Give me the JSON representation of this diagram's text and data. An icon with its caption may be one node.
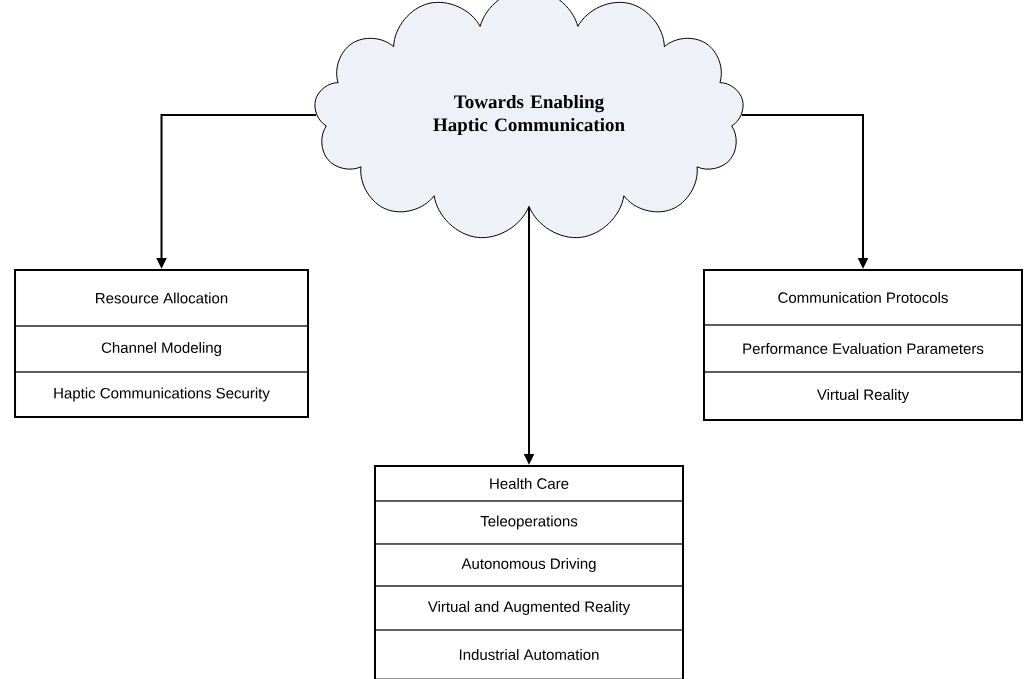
{
  "diagram": {
    "nodes": [
      {
        "text": [
          "Towards Enabling Haptic Communication"
        ]
      },
      {
        "text": [],
        "shape": "box"
      },
      {
        "text": [
          "Resource Allocation"
        ],
        "in": 1
      },
      {
        "text": [
          "Channel Modeling"
        ],
        "in": 1
      },
      {
        "text": [
          "Haptic Communications Security"
        ],
        "in": 1
      },
      {
        "text": [],
        "shape": "box"
      },
      {
        "text": [
          "Communication Protocols"
        ],
        "in": 5
      },
      {
        "text": [
          "Performance Evaluation Parameters"
        ],
        "in": 5
      },
      {
        "text": [
          "Virtual Reality"
        ],
        "in": 5
      },
      {
        "text": [],
        "shape": "box"
      },
      {
        "text": [
          "Health Care"
        ],
        "in": 9
      },
      {
        "text": [
          "Teleoperations"
        ],
        "in": 9
      },
      {
        "text": [
          "Autonomous Driving"
        ],
        "in": 9
      },
      {
        "text": [
          "Virtual and Augmented Reality"
        ],
        "in": 9
      },
      {
        "text": [
          "Industrial Automation"
        ],
        "in": 9
      }
    ],
    "edges": [
      {
        "from": 0,
        "to": 1,
        "arrow": "to"
      },
      {
        "from": 0,
        "to": 9,
        "arrow": "to"
      },
      {
        "from": 0,
        "to": 5,
        "arrow": "to"
      }
    ]
  }
}
